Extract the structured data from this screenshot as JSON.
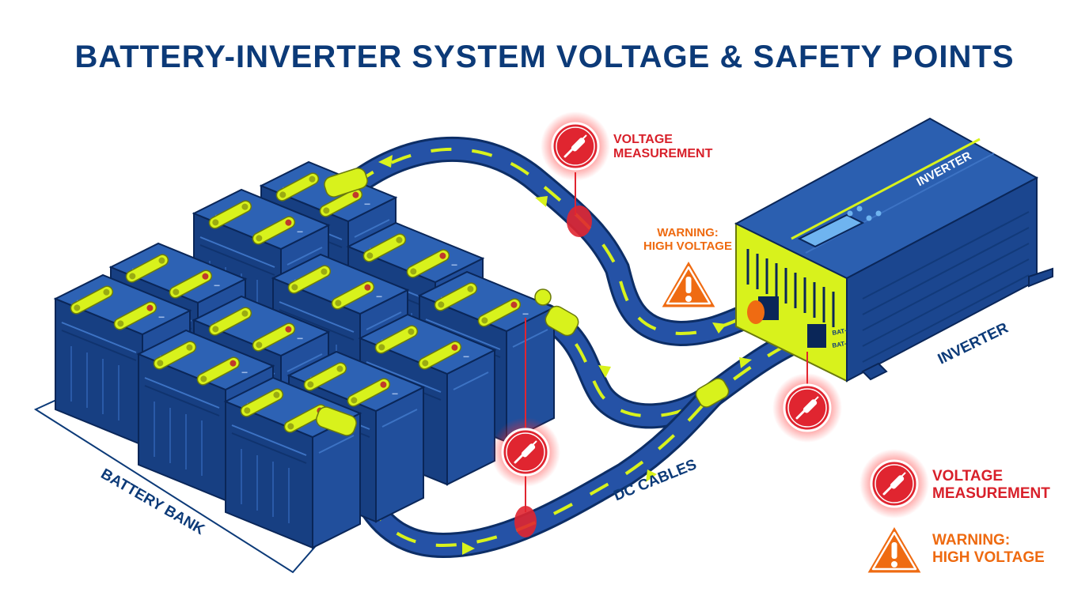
{
  "title": "BATTERY-INVERTER SYSTEM VOLTAGE & SAFETY POINTS",
  "labels": {
    "voltage_top": [
      "VOLTAGE",
      "MEASUREMENT"
    ],
    "warning_mid": [
      "WARNING:",
      "HIGH VOLTAGE"
    ],
    "inverter_top": "INVERTER",
    "inverter_side": "INVERTER",
    "battery_bank": "BATTERY BANK",
    "dc_cables": "DC CABLES"
  },
  "inverter_panel": {
    "port_labels": [
      "BAT+",
      "BAT-"
    ]
  },
  "legend": {
    "voltage": [
      "VOLTAGE",
      "MEASUREMENT"
    ],
    "warning": [
      "WARNING:",
      "HIGH VOLTAGE"
    ]
  },
  "icons": {
    "probe": "voltage-probe-icon",
    "warning": "warning-triangle-icon"
  },
  "colors": {
    "navy": "#0c3a78",
    "battery_blue": "#1e4d9a",
    "accent_yellow": "#d8f21c",
    "alert_red": "#e02530",
    "warning_orange": "#ef6b12"
  }
}
